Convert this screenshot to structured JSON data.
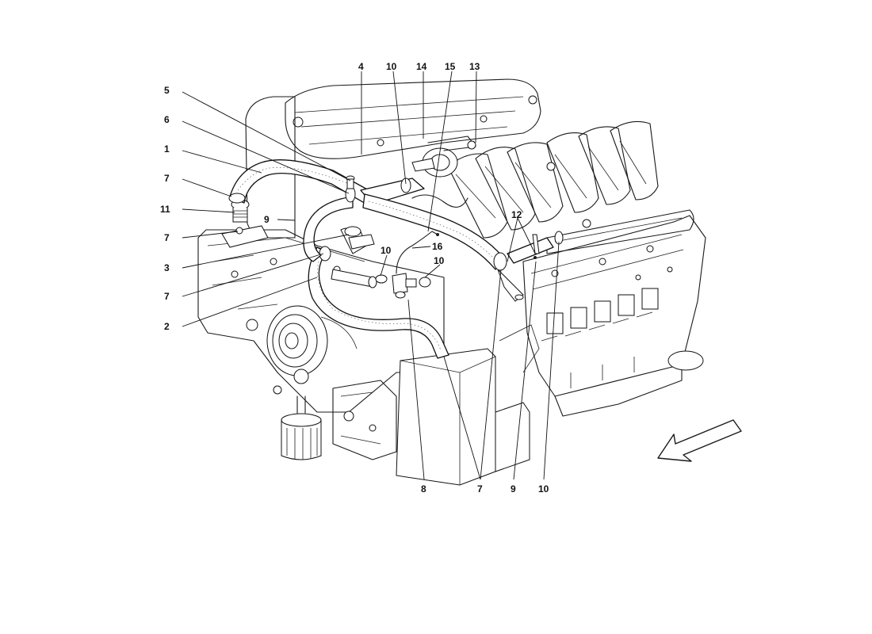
{
  "callouts": {
    "c1": "1",
    "c2": "2",
    "c3": "3",
    "c4": "4",
    "c5": "5",
    "c6": "6",
    "c7a": "7",
    "c7b": "7",
    "c7c": "7",
    "c7d": "7",
    "c8": "8",
    "c9a": "9",
    "c9b": "9",
    "c10a": "10",
    "c10b": "10",
    "c10c": "10",
    "c10d": "10",
    "c11": "11",
    "c12": "12",
    "c13": "13",
    "c14": "14",
    "c15": "15",
    "c16": "16"
  },
  "colors": {
    "line": "#1a1a1a",
    "background": "#ffffff"
  },
  "icons": {
    "direction": "front-direction-arrow-icon"
  }
}
